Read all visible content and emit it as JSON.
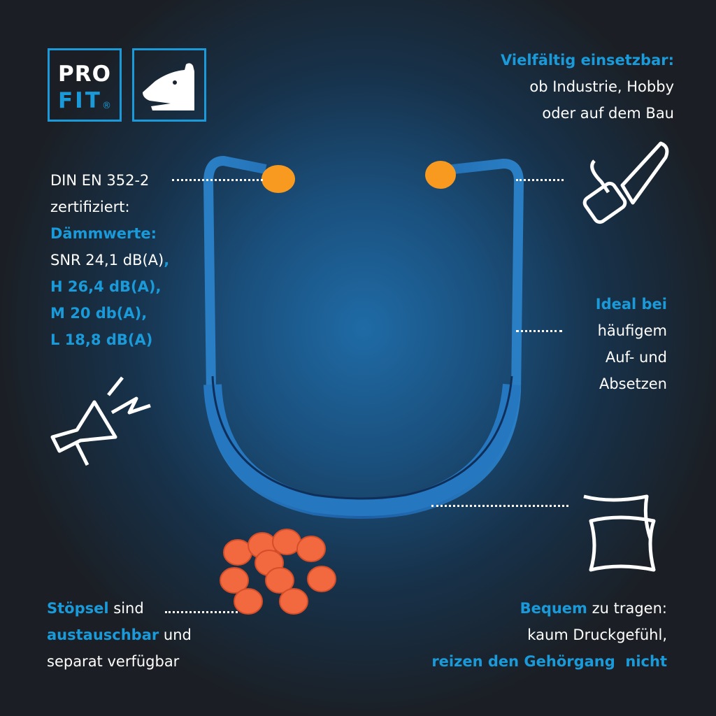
{
  "brand": {
    "line1": "PRO",
    "line2": "FIT",
    "reg": "®",
    "accent": "#1a9ad9"
  },
  "left_top": {
    "l1": "DIN EN 352-2",
    "l2": "zertifiziert:",
    "l3": "Dämmwerte:",
    "l4a": "SNR 24,1 dB(A)",
    "l4b": ",",
    "l5": "H 26,4 dB(A),",
    "l6": "M 20 db(A),",
    "l7": "L 18,8 dB(A)"
  },
  "right_top": {
    "l1": "Vielfältig einsetzbar:",
    "l2": "ob Industrie, Hobby",
    "l3": "oder auf dem Bau"
  },
  "right_mid": {
    "l1": "Ideal bei",
    "l2": "häufigem",
    "l3": "Auf- und",
    "l4": "Absetzen"
  },
  "left_bottom": {
    "l1a": "Stöpsel",
    "l1b": " sind",
    "l2a": "austauschbar",
    "l2b": " und",
    "l3": "separat verfügbar"
  },
  "right_bottom": {
    "l1a": "Bequem",
    "l1b": " zu tragen:",
    "l2": "kaum Druckgefühl,",
    "l3": "reizen den Gehörgang  nicht"
  },
  "icons": [
    "bear-logo",
    "chainsaw-icon",
    "megaphone-icon",
    "pillow-icon"
  ]
}
